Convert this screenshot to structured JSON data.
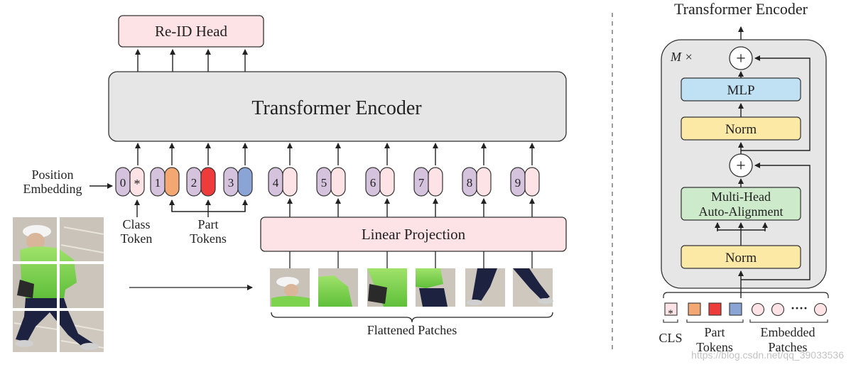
{
  "left": {
    "reid_head": "Re-ID Head",
    "encoder": "Transformer Encoder",
    "position_embedding": [
      "Position",
      "Embedding"
    ],
    "class_token": [
      "Class",
      "Token"
    ],
    "part_tokens": [
      "Part",
      "Tokens"
    ],
    "linear_projection": "Linear Projection",
    "flattened_patches": "Flattened Patches",
    "token_index": [
      "0",
      "*",
      "1",
      "2",
      "3",
      "4",
      "5",
      "6",
      "7",
      "8",
      "9"
    ]
  },
  "right": {
    "title": "Transformer Encoder",
    "repeat": "M ×",
    "mlp": "MLP",
    "norm_top": "Norm",
    "mhaa": [
      "Multi-Head",
      "Auto-Alignment"
    ],
    "norm_bottom": "Norm",
    "plus": "+",
    "cls_symbol": "*",
    "ellipsis": "····",
    "cls": "CLS",
    "part_tokens": [
      "Part",
      "Tokens"
    ],
    "embedded_patches": [
      "Embedded",
      "Patches"
    ]
  },
  "watermark": "https://blog.csdn.net/qq_39033536",
  "colors": {
    "pink": "#fde3e6",
    "purple": "#d5c2dd",
    "part1": "#f3a873",
    "part2": "#ee3b3b",
    "part3": "#8aa4d6",
    "gray": "#e6e6e6",
    "mlp": "#bfe1f3",
    "norm": "#fde9a6",
    "mhaa": "#cdeacb"
  }
}
